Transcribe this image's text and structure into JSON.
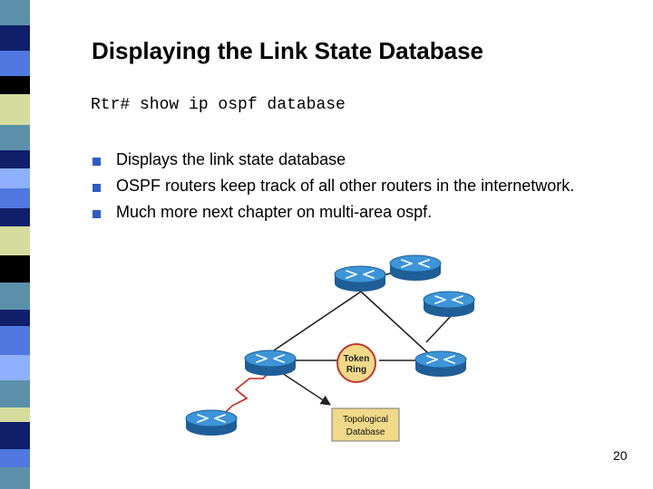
{
  "slide": {
    "title": "Displaying the Link State Database",
    "command": "Rtr# show ip ospf database",
    "bullets": [
      "Displays the link state database",
      "OSPF routers keep track of all other routers in the internetwork.",
      "Much more next chapter on multi-area ospf."
    ],
    "page_number": "20"
  },
  "diagram": {
    "token_ring_label": [
      "Token",
      "Ring"
    ],
    "database_label": [
      "Topological",
      "Database"
    ]
  },
  "colors": {
    "bullet": "#2f5bc9",
    "router": "#2b7fc4",
    "stripe": [
      "#5b90aa",
      "#101f6a",
      "#4f78e0",
      "#d5dd9e",
      "#000000",
      "#8fb0ff"
    ]
  }
}
